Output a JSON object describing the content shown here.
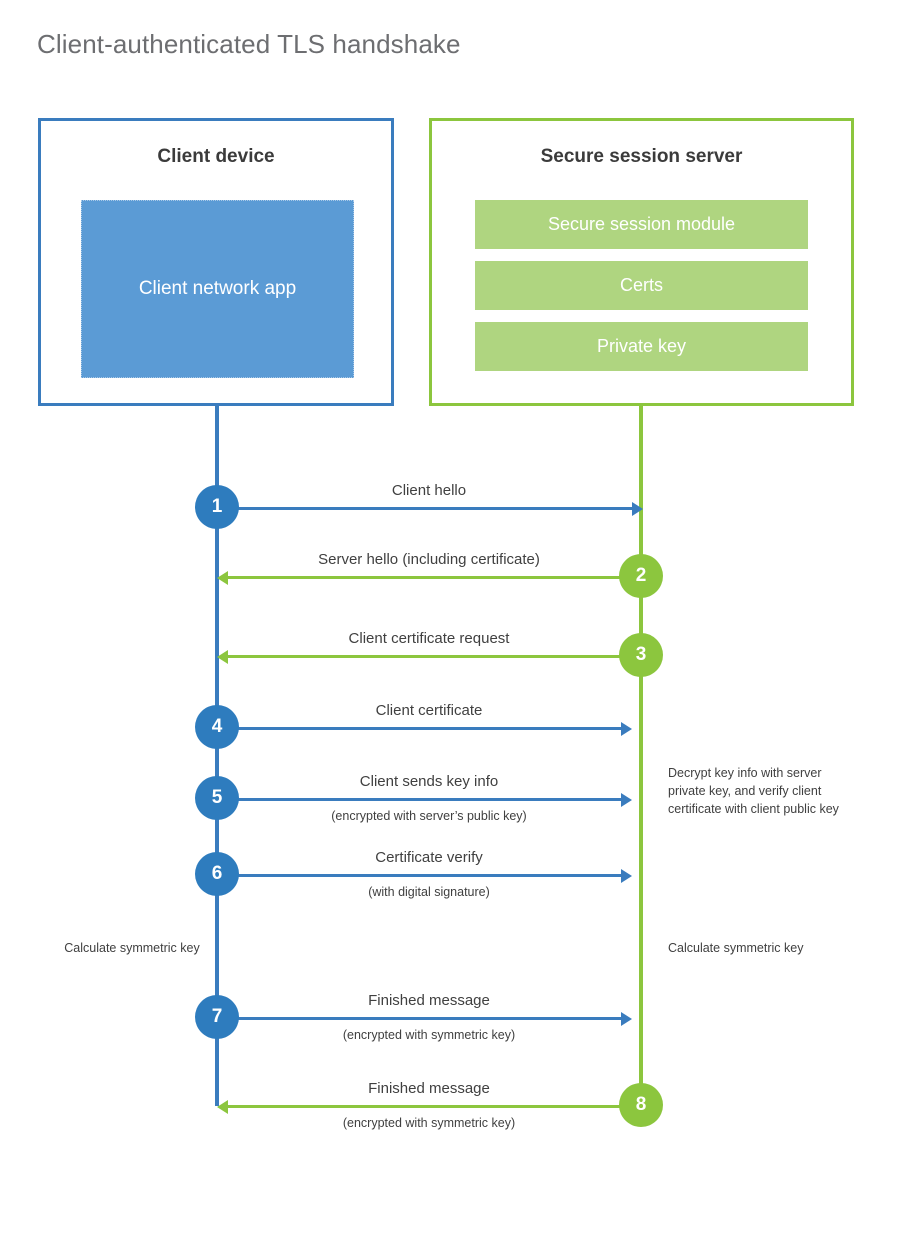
{
  "title": "Client-authenticated TLS handshake",
  "colors": {
    "client_accent": "#3a7cbe",
    "client_badge": "#2e7cbe",
    "client_app_fill": "#5b9bd5",
    "server_accent": "#8cc63e",
    "server_bar_fill": "#afd580",
    "title_text": "#6d6e71",
    "body_text": "#404040"
  },
  "client": {
    "title": "Client device",
    "app_label": "Client network app"
  },
  "server": {
    "title": "Secure session server",
    "bars": [
      {
        "label": "Secure session module"
      },
      {
        "label": "Certs"
      },
      {
        "label": "Private key"
      }
    ]
  },
  "notes": {
    "server_decrypt": "Decrypt key info with server private key, and verify client certificate with client public key",
    "client_calculate": "Calculate symmetric key",
    "server_calculate": "Calculate symmetric key"
  },
  "messages": [
    {
      "step": "1",
      "direction": "client-to-server",
      "label": "Client hello",
      "sublabel": ""
    },
    {
      "step": "2",
      "direction": "server-to-client",
      "label": "Server hello (including certificate)",
      "sublabel": ""
    },
    {
      "step": "3",
      "direction": "server-to-client",
      "label": "Client certificate request",
      "sublabel": ""
    },
    {
      "step": "4",
      "direction": "client-to-server",
      "label": "Client certificate",
      "sublabel": ""
    },
    {
      "step": "5",
      "direction": "client-to-server",
      "label": "Client sends key info",
      "sublabel": "(encrypted with server’s public key)"
    },
    {
      "step": "6",
      "direction": "client-to-server",
      "label": "Certificate verify",
      "sublabel": "(with digital signature)"
    },
    {
      "step": "7",
      "direction": "client-to-server",
      "label": "Finished message",
      "sublabel": "(encrypted with symmetric key)"
    },
    {
      "step": "8",
      "direction": "server-to-client",
      "label": "Finished message",
      "sublabel": "(encrypted with symmetric key)"
    }
  ]
}
